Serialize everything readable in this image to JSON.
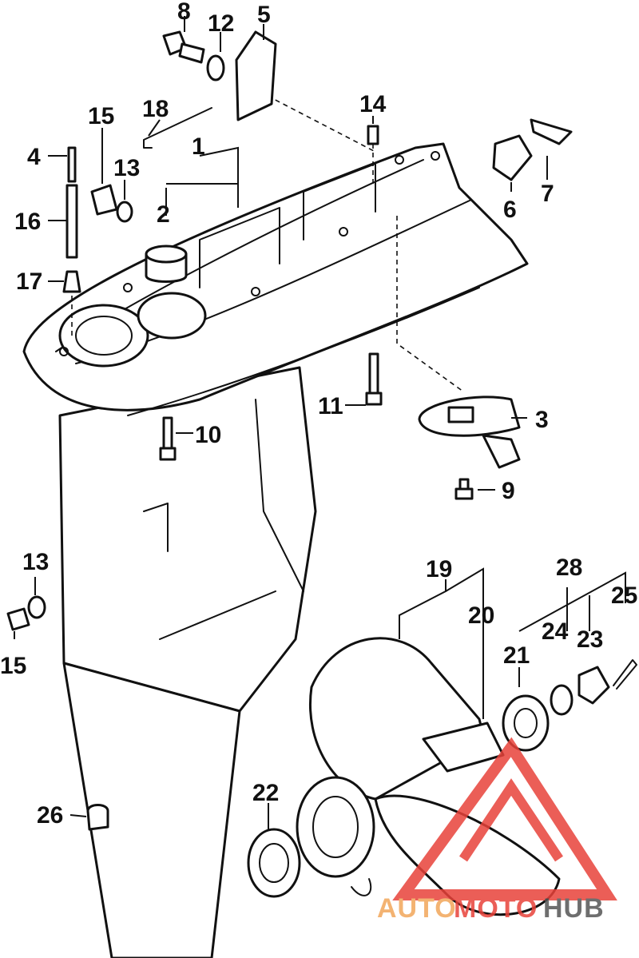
{
  "callouts": {
    "c1": "1",
    "c2": "2",
    "c3": "3",
    "c4": "4",
    "c5": "5",
    "c6": "6",
    "c7": "7",
    "c8": "8",
    "c9": "9",
    "c10": "10",
    "c11": "11",
    "c12": "12",
    "c13a": "13",
    "c13b": "13",
    "c14": "14",
    "c15a": "15",
    "c15b": "15",
    "c16": "16",
    "c17": "17",
    "c18": "18",
    "c19": "19",
    "c20": "20",
    "c21": "21",
    "c22": "22",
    "c23": "23",
    "c24": "24",
    "c25": "25",
    "c26": "26",
    "c28": "28"
  },
  "watermark": {
    "part1": "AUTO",
    "part2": "MOTO",
    "part3": "HUB",
    "color_primary": "#e8423a",
    "color_secondary": "#f2a65a",
    "color_dark": "#555555"
  }
}
